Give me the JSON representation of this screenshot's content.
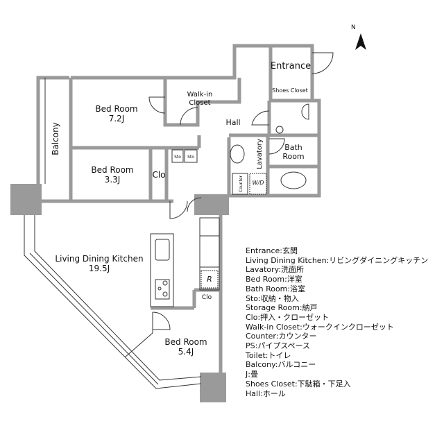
{
  "compass": {
    "label": "N"
  },
  "rooms": {
    "entrance": "Entrance",
    "shoes_closet": "Shoes Closet",
    "walk_in_closet_1": "Walk-in",
    "walk_in_closet_2": "Closet",
    "bed1_name": "Bed Room",
    "bed1_size": "7.2J",
    "hall": "Hall",
    "balcony": "Balcony",
    "bed2_name": "Bed Room",
    "bed2_size": "3.3J",
    "clo1": "Clo",
    "sto1": "Sto",
    "sto2": "Sto",
    "lavatory": "Lavatory",
    "bath_1": "Bath",
    "bath_2": "Room",
    "counter": "Counter",
    "wd": "W/D",
    "ldk_name": "Living Dining Kitchen",
    "ldk_size": "19.5J",
    "fridge": "R",
    "clo2": "Clo",
    "bed3_name": "Bed Room",
    "bed3_size": "5.4J"
  },
  "legend": [
    "Entrance:玄関",
    "Living Dining Kitchen:リビングダイニングキッチン",
    "Lavatory:洗面所",
    "Bed Room:洋室",
    "Bath Room:浴室",
    "Sto:収納・物入",
    "Storage Room:納戸",
    "Clo:押入・クローゼット",
    "Walk-in Closet:ウォークインクローゼット",
    "Counter:カウンター",
    "PS:パイプスペース",
    "Toilet:トイレ",
    "Balcony:バルコニー",
    "J:畳",
    "Shoes Closet:下駄箱・下足入",
    "Hall:ホール"
  ],
  "colors": {
    "wall": "#9a9a9a",
    "line": "#222222"
  }
}
